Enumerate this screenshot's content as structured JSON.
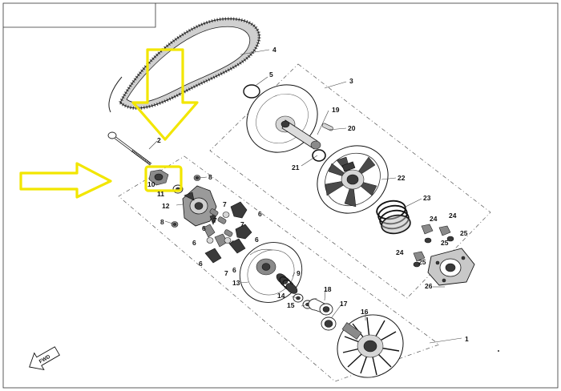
{
  "diagram": {
    "fwd_label": "FWD",
    "callouts": [
      {
        "id": "c1",
        "text": "1"
      },
      {
        "id": "c2",
        "text": "2"
      },
      {
        "id": "c3",
        "text": "3"
      },
      {
        "id": "c4",
        "text": "4"
      },
      {
        "id": "c5",
        "text": "5"
      },
      {
        "id": "c6a",
        "text": "6"
      },
      {
        "id": "c6b",
        "text": "6"
      },
      {
        "id": "c6c",
        "text": "6"
      },
      {
        "id": "c6d",
        "text": "6"
      },
      {
        "id": "c6e",
        "text": "6"
      },
      {
        "id": "c6f",
        "text": "6"
      },
      {
        "id": "c7a",
        "text": "7"
      },
      {
        "id": "c7b",
        "text": "7"
      },
      {
        "id": "c7c",
        "text": "7"
      },
      {
        "id": "c7d",
        "text": "7"
      },
      {
        "id": "c8a",
        "text": "8"
      },
      {
        "id": "c8b",
        "text": "8"
      },
      {
        "id": "c9",
        "text": "9"
      },
      {
        "id": "c10",
        "text": "10"
      },
      {
        "id": "c11",
        "text": "11"
      },
      {
        "id": "c12",
        "text": "12"
      },
      {
        "id": "c13",
        "text": "13"
      },
      {
        "id": "c14",
        "text": "14"
      },
      {
        "id": "c15",
        "text": "15"
      },
      {
        "id": "c16",
        "text": "16"
      },
      {
        "id": "c17",
        "text": "17"
      },
      {
        "id": "c18",
        "text": "18"
      },
      {
        "id": "c19",
        "text": "19"
      },
      {
        "id": "c20",
        "text": "20"
      },
      {
        "id": "c21",
        "text": "21"
      },
      {
        "id": "c22",
        "text": "22"
      },
      {
        "id": "c23",
        "text": "23"
      },
      {
        "id": "c24a",
        "text": "24"
      },
      {
        "id": "c24b",
        "text": "24"
      },
      {
        "id": "c24c",
        "text": "24"
      },
      {
        "id": "c25a",
        "text": "25"
      },
      {
        "id": "c25b",
        "text": "25"
      },
      {
        "id": "c25c",
        "text": "25"
      },
      {
        "id": "c26",
        "text": "26"
      }
    ],
    "highlight_color": "#f2e600"
  }
}
